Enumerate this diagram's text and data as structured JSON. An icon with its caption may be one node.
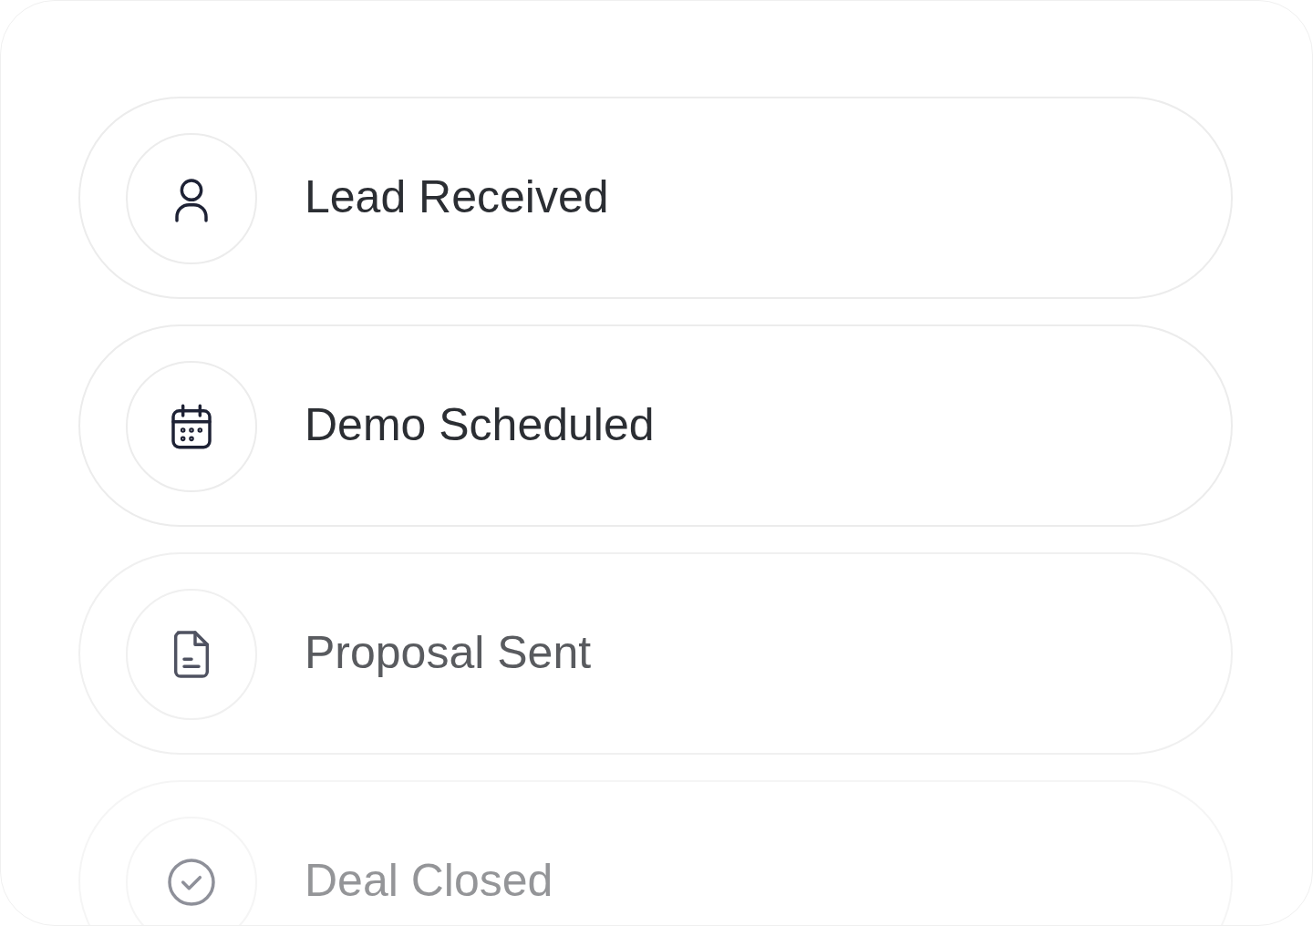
{
  "diagram": {
    "nodes": [
      {
        "text": [
          "Lead Received"
        ]
      },
      {
        "text": [],
        "shape": "circle",
        "in": 0
      },
      {
        "text": [
          "Demo Scheduled"
        ]
      },
      {
        "text": [],
        "shape": "circle",
        "in": 2
      },
      {
        "text": [
          "Proposal Sent"
        ]
      },
      {
        "text": [],
        "shape": "circle",
        "in": 4
      },
      {
        "text": [
          "Deal Closed"
        ]
      },
      {
        "text": [],
        "shape": "circle",
        "in": 6
      }
    ]
  }
}
